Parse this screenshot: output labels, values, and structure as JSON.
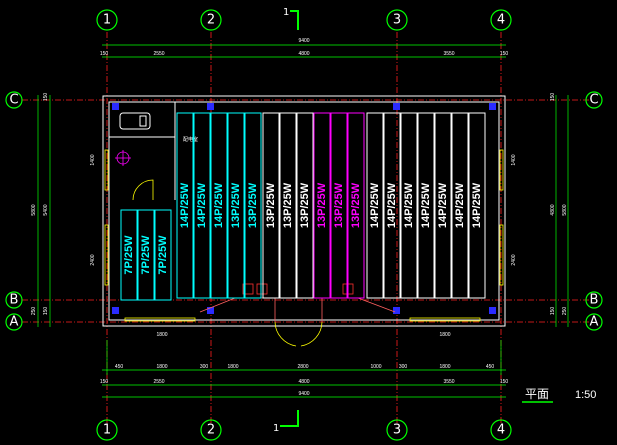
{
  "colors": {
    "background": "#000000",
    "grid_line": "#ff2020",
    "dim_line": "#00ff00",
    "wall": "#ffffff",
    "cabinet_cyan": "#00ffff",
    "cabinet_white": "#ffffff",
    "cabinet_magenta": "#ff00ff",
    "column": "#2b2bff",
    "door": "#ffff00"
  },
  "axes_vertical": [
    {
      "label": "1"
    },
    {
      "label": "2"
    },
    {
      "label": "3"
    },
    {
      "label": "4"
    }
  ],
  "axes_horizontal": [
    {
      "label": "C"
    },
    {
      "label": "B"
    },
    {
      "label": "A"
    }
  ],
  "section_marker": {
    "label": "1"
  },
  "dims_top": {
    "overall": "9400",
    "segments": [
      "150",
      "2550",
      "4800",
      "3550",
      "150"
    ]
  },
  "dims_bottom": {
    "detail": [
      "450",
      "1800",
      "300",
      "1800",
      "2800",
      "1000",
      "300",
      "1800",
      "450"
    ],
    "segments": [
      "150",
      "2550",
      "4800",
      "3550",
      "150"
    ],
    "overall": "9400"
  },
  "dims_left": {
    "overall": "5800",
    "inner": "5400",
    "ticks": [
      "150",
      "150",
      "250"
    ]
  },
  "dims_right": {
    "overall": "5800",
    "inner": "4800",
    "ticks": [
      "150",
      "150",
      "250"
    ]
  },
  "wall_dims": {
    "left_upper": "1400",
    "left_lower": "2400",
    "right_upper": "1400",
    "right_lower": "2400",
    "bottom_left": "1800",
    "bottom_right": "1800"
  },
  "room_label": "配电室",
  "cabinet_groups": [
    {
      "color_key": "cabinet_cyan",
      "labels": [
        "7P/25W",
        "7P/25W",
        "7P/25W"
      ]
    },
    {
      "color_key": "cabinet_cyan",
      "labels": [
        "14P/25W",
        "14P/25W",
        "14P/25W",
        "13P/25W",
        "13P/25W"
      ]
    },
    {
      "color_key": "cabinet_white",
      "labels": [
        "13P/25W",
        "13P/25W",
        "13P/25W"
      ]
    },
    {
      "color_key": "cabinet_magenta",
      "labels": [
        "13P/25W",
        "13P/25W",
        "13P/25W"
      ]
    },
    {
      "color_key": "cabinet_white",
      "labels": [
        "14P/25W",
        "14P/25W",
        "14P/25W",
        "14P/25W",
        "14P/25W",
        "14P/25W",
        "14P/25W"
      ]
    }
  ],
  "title": "平面",
  "scale": "1:50"
}
